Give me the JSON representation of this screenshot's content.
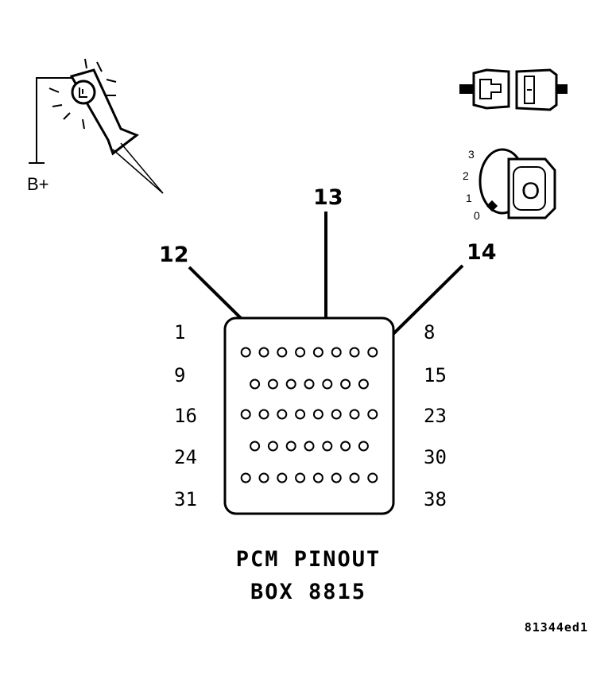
{
  "callouts": {
    "left": "12",
    "center": "13",
    "right": "14"
  },
  "left_labels": [
    "1",
    "9",
    "16",
    "24",
    "31"
  ],
  "right_labels": [
    "8",
    "15",
    "23",
    "30",
    "38"
  ],
  "connector_rows": [
    8,
    7,
    8,
    7,
    8
  ],
  "caption": {
    "line1": "PCM PINOUT",
    "line2": "BOX 8815"
  },
  "figure_id": "81344ed1",
  "test_light": {
    "supply_label": "B+"
  },
  "ignition": {
    "positions": [
      "3",
      "2",
      "1",
      "0"
    ],
    "key_glyph": "O"
  }
}
